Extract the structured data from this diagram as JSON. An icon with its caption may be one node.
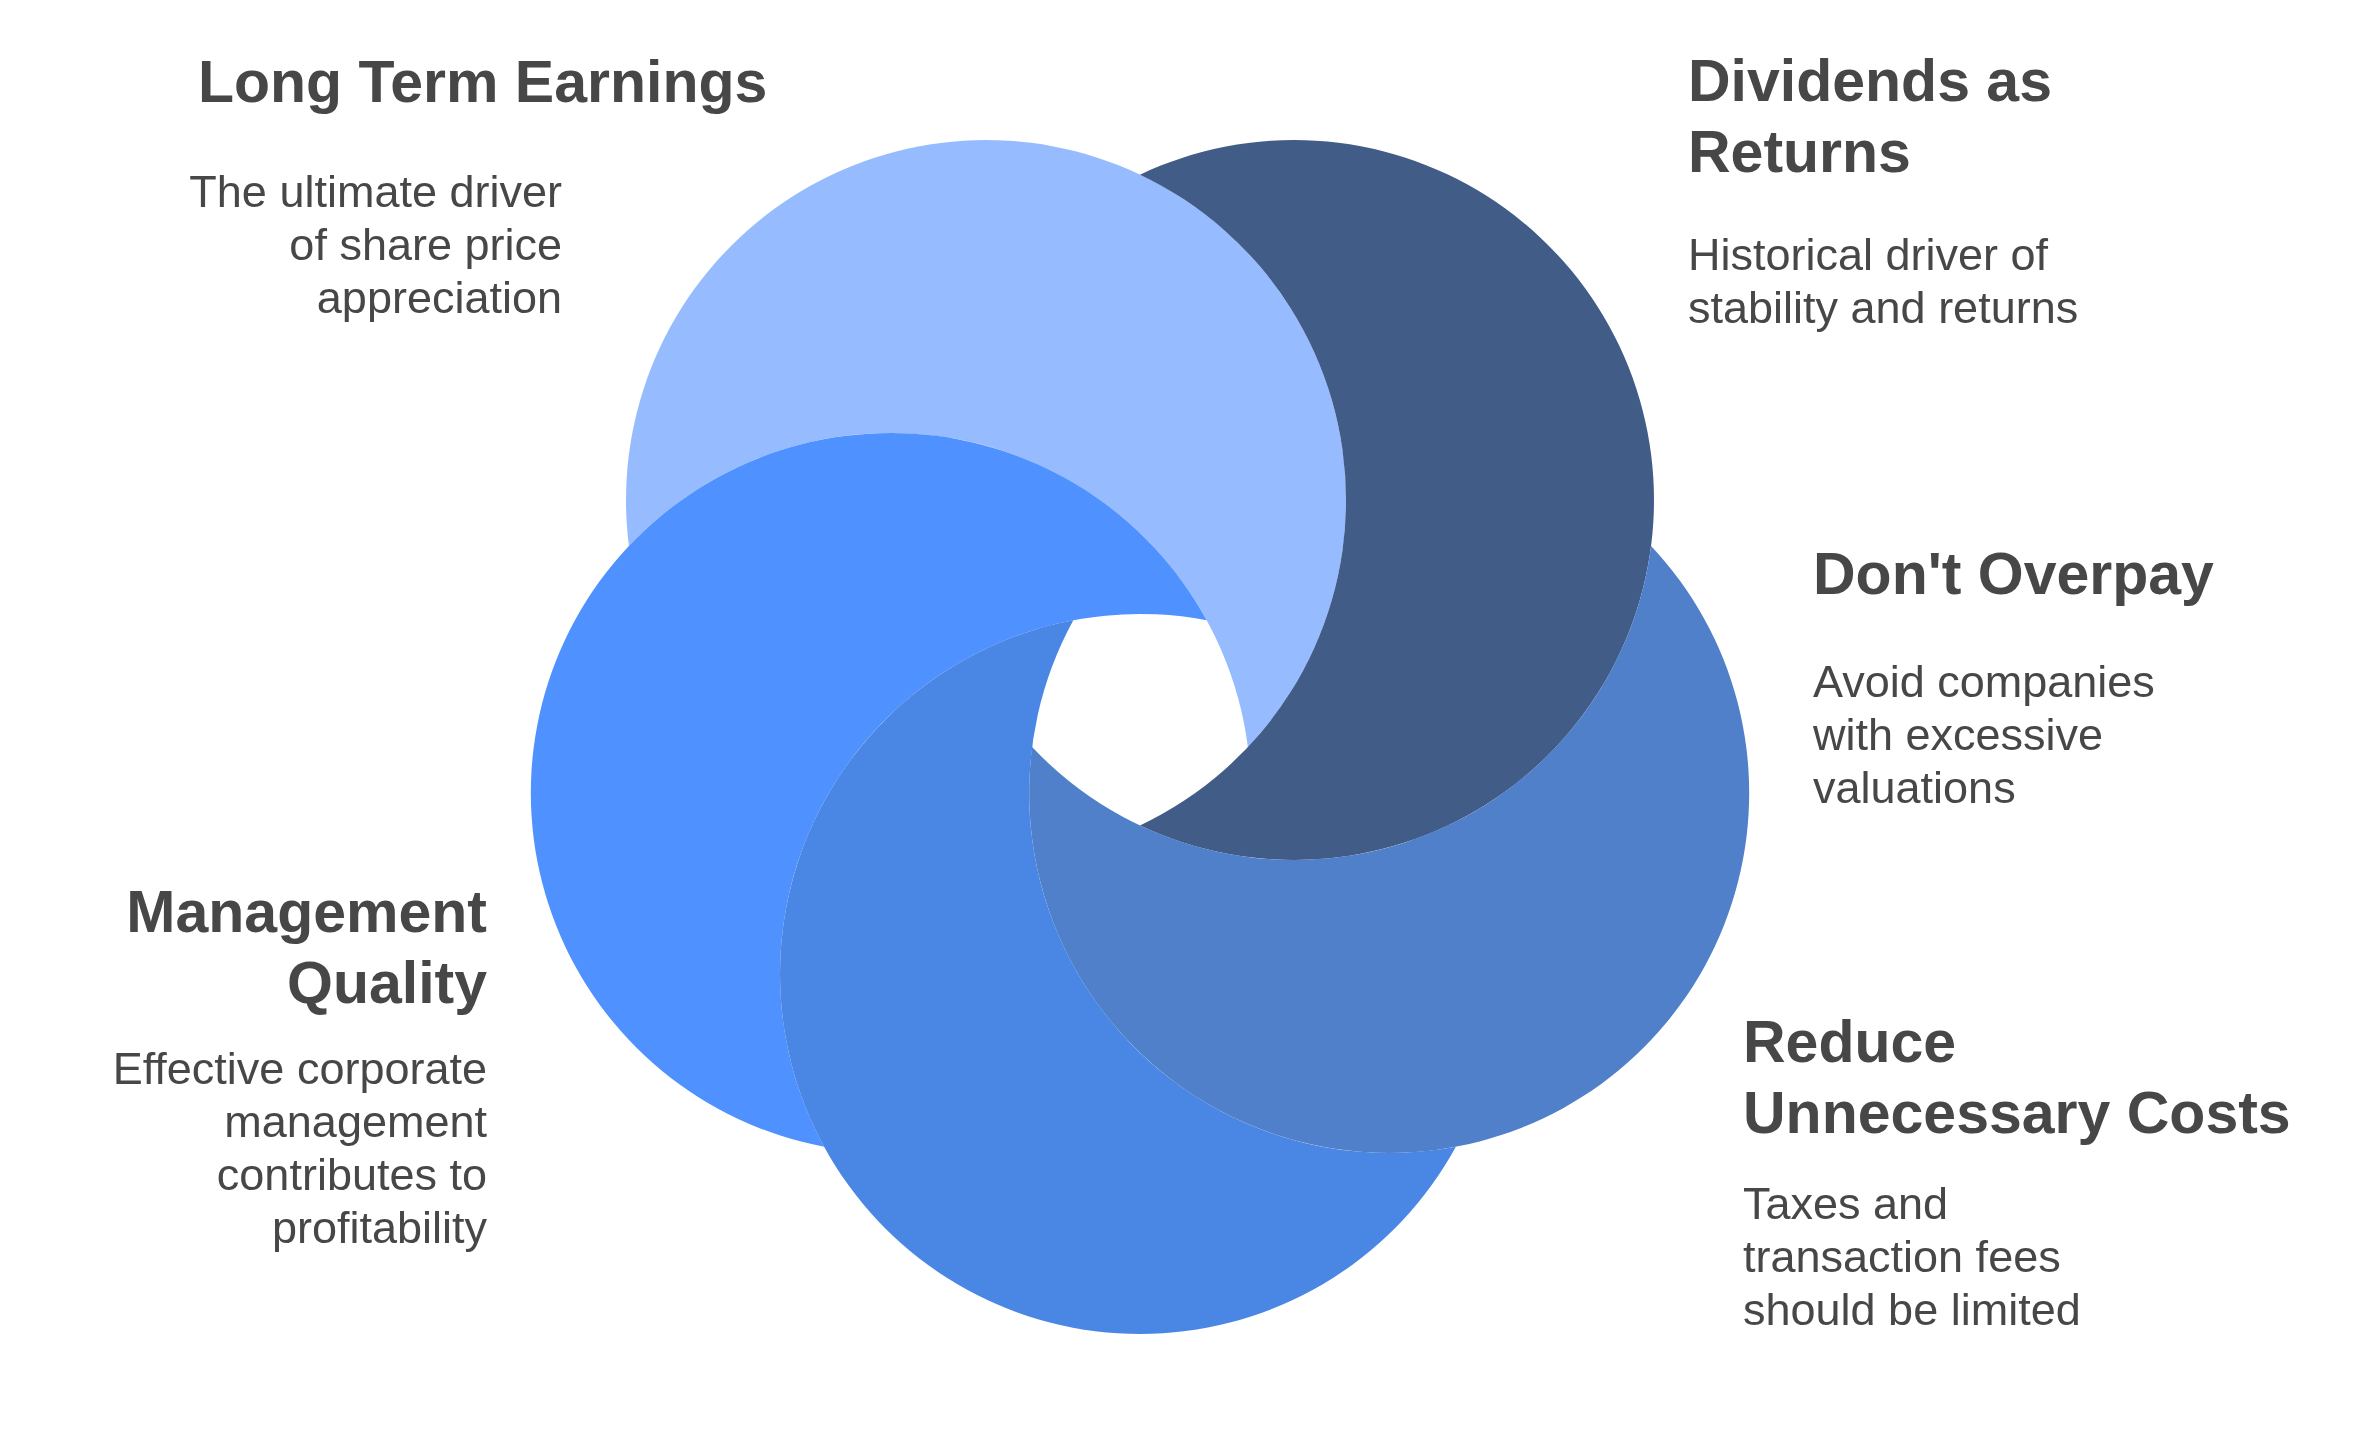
{
  "diagram": {
    "nodes": [
      {
        "text": [],
        "shape": "circle",
        "beside": [
          "Long Term Earnings",
          "The ultimate driver of share price appreciation"
        ]
      },
      {
        "text": [],
        "shape": "circle",
        "beside": [
          "Dividends as Returns",
          "Historical driver of stability and returns"
        ]
      },
      {
        "text": [],
        "shape": "circle",
        "beside": [
          "Management Quality",
          "Effective corporate management contributes to profitability"
        ]
      },
      {
        "text": [],
        "shape": "circle",
        "beside": [
          "Don't Overpay",
          "Avoid companies with excessive valuations"
        ]
      },
      {
        "text": [],
        "shape": "circle"
      }
    ],
    "labels": [
      "Reduce Unnecessary Costs",
      "Taxes and transaction fees should be limited"
    ]
  }
}
